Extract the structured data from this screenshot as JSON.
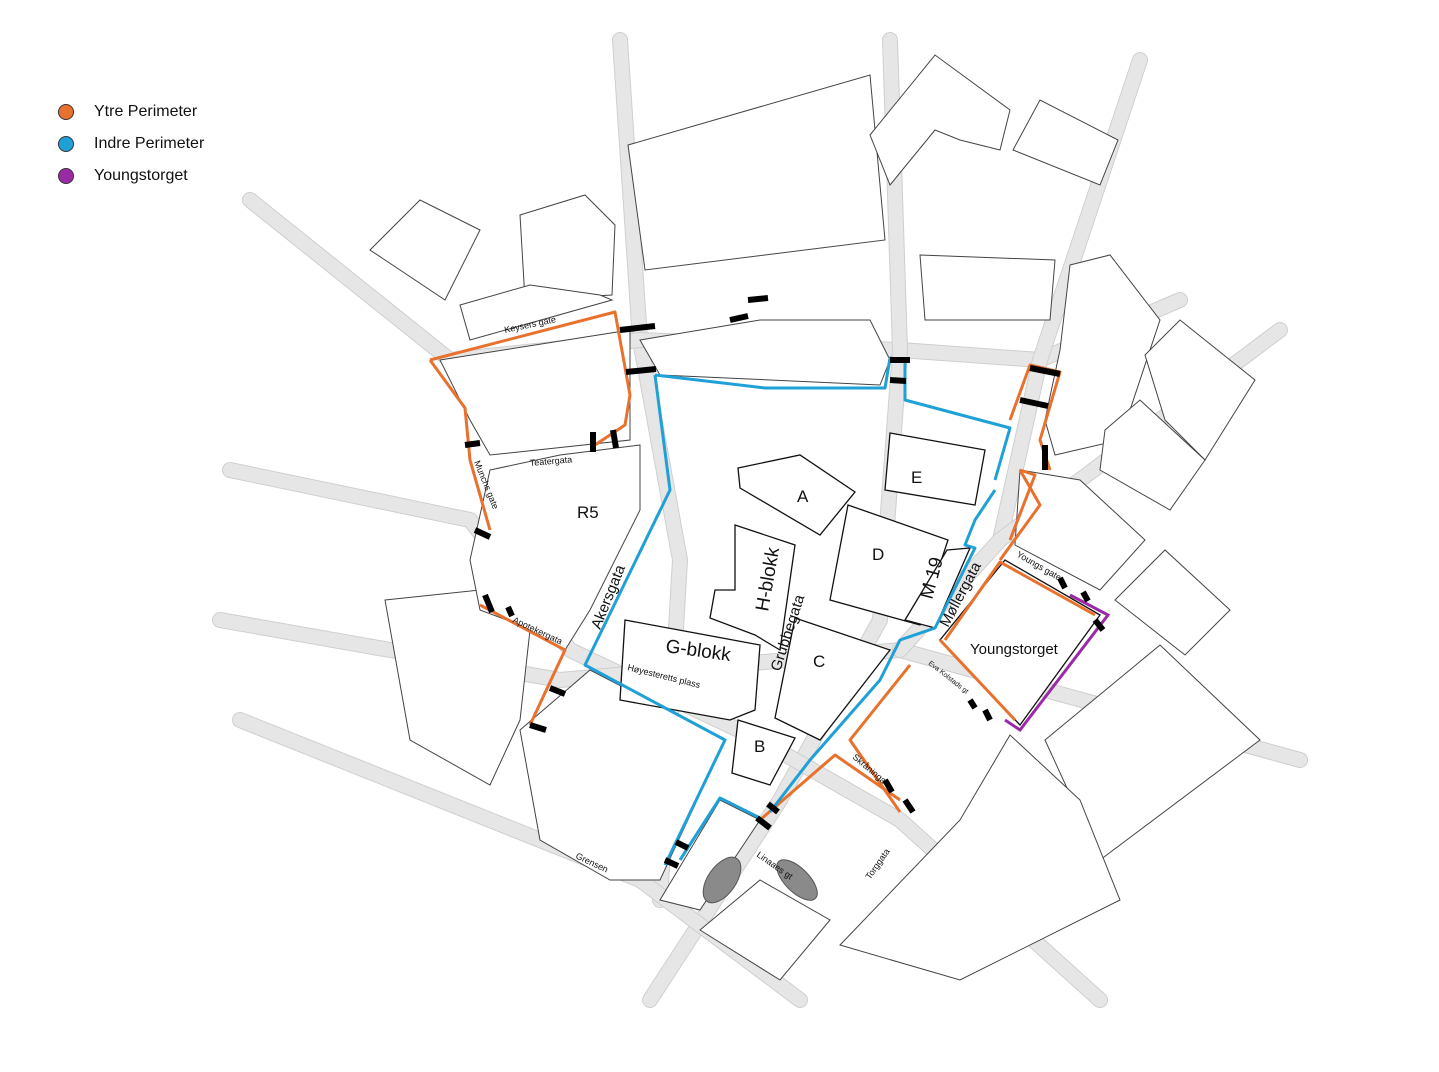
{
  "legend": [
    {
      "label": "Ytre Perimeter",
      "color": "#e8712d"
    },
    {
      "label": "Indre Perimeter",
      "color": "#1fa0d6"
    },
    {
      "label": "Youngstorget",
      "color": "#9b2aa8"
    }
  ],
  "blocks": {
    "r5": "R5",
    "a": "A",
    "b": "B",
    "c": "C",
    "d": "D",
    "e": "E",
    "h_blokk": "H-blokk",
    "g_blokk": "G-blokk",
    "m19": "M 19",
    "youngstorget": "Youngstorget"
  },
  "streets": {
    "keysers_gate": "Keysers gate",
    "teatergata": "Teatergata",
    "munchs_gate": "Munchs gate",
    "apotekergata": "Apotekergata",
    "akersgata": "Akersgata",
    "hoyesteretts_plass": "Høyesteretts plass",
    "grubbegata": "Grubbegata",
    "mollergata": "Møllergata",
    "youngs_gate": "Youngs gate",
    "eve_kolstads_gt": "Eva Kolstads gt",
    "skraninga": "Skråninga",
    "torggata": "Torggata",
    "linaaes_gt": "Linaaes gt",
    "grensen": "Grensen"
  }
}
